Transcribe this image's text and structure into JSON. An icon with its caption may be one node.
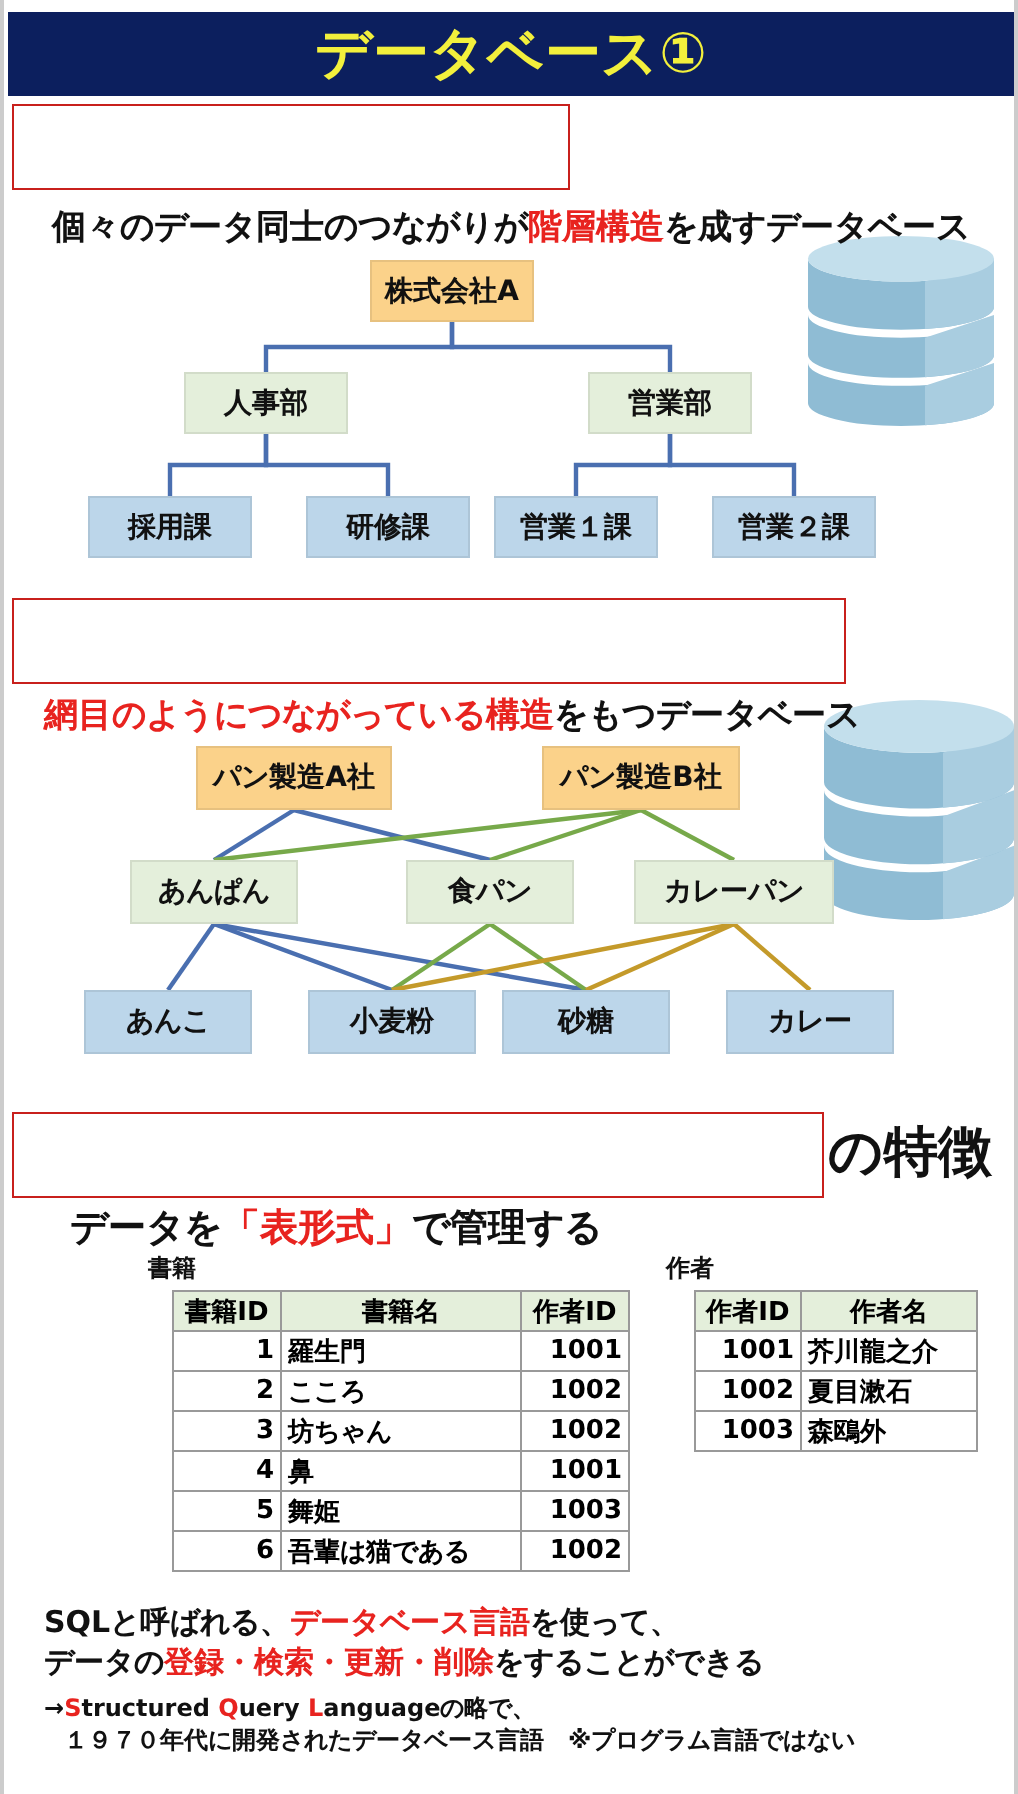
{
  "diagram": {
    "title": "データベース①",
    "nodes": [
      {
        "text": [
          "株式会社A"
        ]
      },
      {
        "text": [
          "人事部"
        ]
      },
      {
        "text": [
          "営業部"
        ]
      },
      {
        "text": [
          "採用課"
        ]
      },
      {
        "text": [
          "研修課"
        ]
      },
      {
        "text": [
          "営業１課"
        ]
      },
      {
        "text": [
          "営業２課"
        ]
      },
      {
        "text": [
          "パン製造A社"
        ]
      },
      {
        "text": [
          "パン製造B社"
        ]
      },
      {
        "text": [
          "あんぱん"
        ]
      },
      {
        "text": [
          "食パン"
        ]
      },
      {
        "text": [
          "カレーパン"
        ]
      },
      {
        "text": [
          "あんこ"
        ]
      },
      {
        "text": [
          "小麦粉"
        ]
      },
      {
        "text": [
          "砂糖"
        ]
      },
      {
        "text": [
          "カレー"
        ]
      }
    ],
    "edges": [
      {
        "from": 0,
        "to": 1,
        "arrow": "none"
      },
      {
        "from": 0,
        "to": 2,
        "arrow": "none"
      },
      {
        "from": 1,
        "to": 3,
        "arrow": "none"
      },
      {
        "from": 1,
        "to": 4,
        "arrow": "none"
      },
      {
        "from": 2,
        "to": 5,
        "arrow": "none"
      },
      {
        "from": 2,
        "to": 6,
        "arrow": "none"
      },
      {
        "from": 7,
        "to": 9,
        "arrow": "none"
      },
      {
        "from": 7,
        "to": 10,
        "arrow": "none"
      },
      {
        "from": 8,
        "to": 9,
        "arrow": "none",
        "color": "#77a94a"
      },
      {
        "from": 8,
        "to": 10,
        "arrow": "none",
        "color": "#77a94a"
      },
      {
        "from": 8,
        "to": 11,
        "arrow": "none",
        "color": "#77a94a"
      },
      {
        "from": 9,
        "to": 12,
        "arrow": "none"
      },
      {
        "from": 9,
        "to": 13,
        "arrow": "none"
      },
      {
        "from": 9,
        "to": 14,
        "arrow": "none"
      },
      {
        "from": 10,
        "to": 13,
        "arrow": "none",
        "color": "#77a94a"
      },
      {
        "from": 10,
        "to": 14,
        "arrow": "none",
        "color": "#77a94a"
      },
      {
        "from": 11,
        "to": 13,
        "arrow": "none",
        "color": "#c49a2a"
      },
      {
        "from": 11,
        "to": 14,
        "arrow": "none",
        "color": "#c49a2a"
      },
      {
        "from": 11,
        "to": 15,
        "arrow": "none",
        "color": "#c49a2a"
      }
    ],
    "labels": [
      "個々のデータ同士のつながりが**階層構造**を成すデータベース",
      "**網目のようにつながっている構造**をもつデータベース",
      "の特徴",
      "データを**「表形式」**で管理する",
      "書籍",
      "書籍ID",
      "書籍名",
      "作者ID",
      "1",
      "羅生門",
      "1001",
      "2",
      "こころ",
      "1002",
      "3",
      "坊ちゃん",
      "1002",
      "4",
      "鼻",
      "1001",
      "5",
      "舞姫",
      "1003",
      "6",
      "吾輩は猫である",
      "1002",
      "作者",
      "作者ID",
      "作者名",
      "1001",
      "芥川龍之介",
      "1002",
      "夏目漱石",
      "1003",
      "森鴎外",
      "SQLと呼ばれる、**データベース言語**を使って、",
      "データの**登録・検索・更新・削除**をすることができる",
      "→**S**tructured **Q**uery **L**anguageの略で、",
      "１９７０年代に開発されたデータベース言語　※プログラム言語ではない"
    ]
  }
}
